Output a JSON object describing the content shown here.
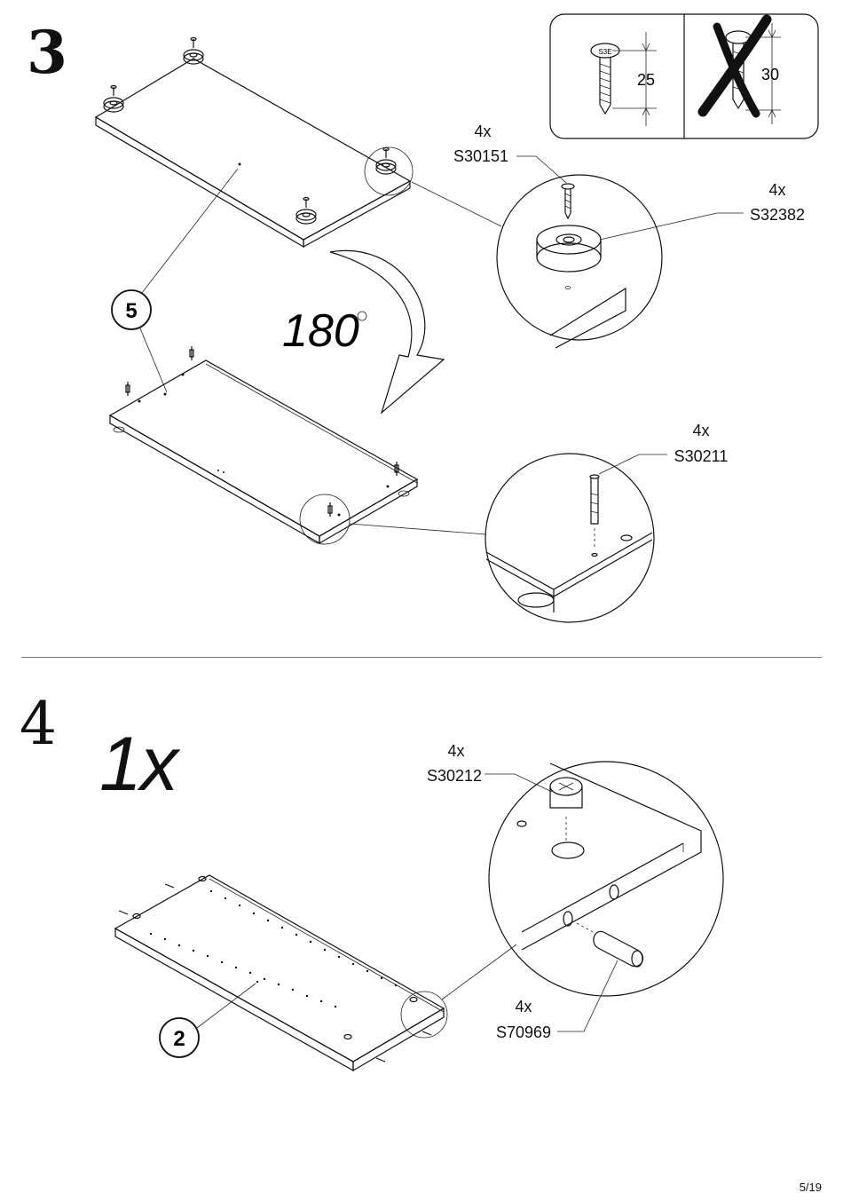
{
  "step3": {
    "number": "3",
    "part_label": "5",
    "rotation": "180",
    "screw_guide": {
      "allowed_length": "25",
      "forbidden_length": "30",
      "screw_mark": "S3E"
    },
    "callouts": [
      {
        "qty": "4x",
        "code": "S30151"
      },
      {
        "qty": "4x",
        "code": "S32382"
      },
      {
        "qty": "4x",
        "code": "S30211"
      }
    ]
  },
  "step4": {
    "number": "4",
    "quantity": "1x",
    "part_label": "2",
    "callouts": [
      {
        "qty": "4x",
        "code": "S30212"
      },
      {
        "qty": "4x",
        "code": "S70969"
      }
    ]
  },
  "page": {
    "number": "5/19"
  }
}
